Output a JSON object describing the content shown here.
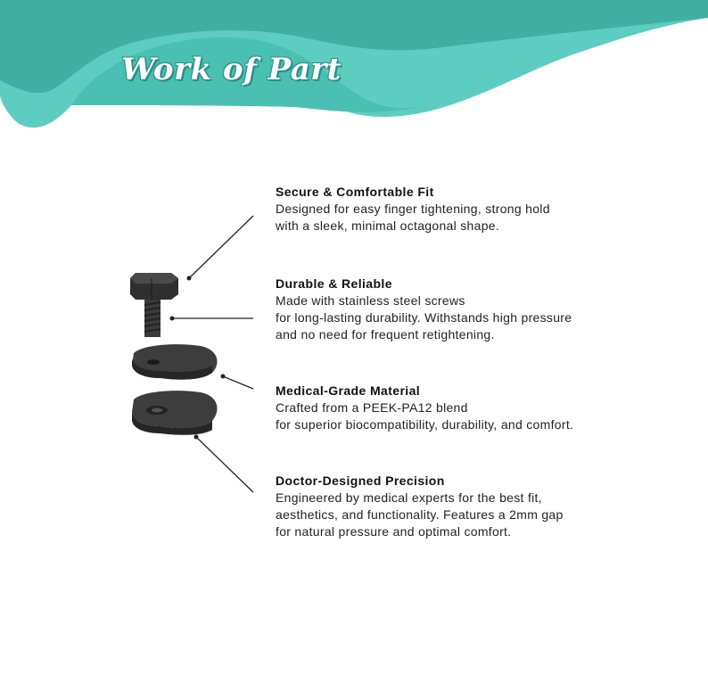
{
  "header": {
    "title": "Work of Part",
    "colors": {
      "wave_dark": "#3fb0a1",
      "wave_light": "#5ccdc0"
    }
  },
  "features": [
    {
      "title": "Secure & Comfortable Fit",
      "lines": [
        "Designed for easy finger tightening, strong hold",
        "with a sleek, minimal octagonal shape."
      ]
    },
    {
      "title": "Durable & Reliable",
      "lines": [
        "Made with stainless steel screws",
        "for long-lasting durability. Withstands high pressure",
        "and no need for frequent retightening."
      ]
    },
    {
      "title": "Medical-Grade Material",
      "lines": [
        "Crafted from a PEEK-PA12 blend",
        "for superior biocompatibility, durability, and comfort."
      ]
    },
    {
      "title": "Doctor-Designed Precision",
      "lines": [
        "Engineered by medical experts for the best fit,",
        "aesthetics, and functionality. Features a 2mm gap",
        "for natural pressure and optimal comfort."
      ]
    }
  ]
}
